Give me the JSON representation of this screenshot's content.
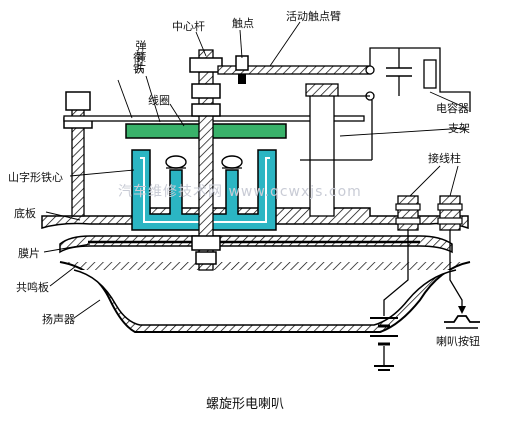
{
  "labels": {
    "center_rod": "中心杆",
    "contact": "触点",
    "movable_contact_arm": "活动触点臂",
    "spring_leaf": "弹簧片",
    "armature": "衔铁",
    "coil": "线圈",
    "capacitor": "电容器",
    "bracket": "支架",
    "terminal": "接线柱",
    "core": "山字形铁心",
    "base_plate": "底板",
    "diaphragm": "膜片",
    "resonator": "共鸣板",
    "speaker": "扬声器",
    "horn_button": "喇叭按钮"
  },
  "caption": "螺旋形电喇叭",
  "watermark": "汽车维修技术网 www.qcwxjs.com",
  "colors": {
    "core": "#2bb5c3",
    "armature": "#39b26a",
    "line": "#000000"
  }
}
